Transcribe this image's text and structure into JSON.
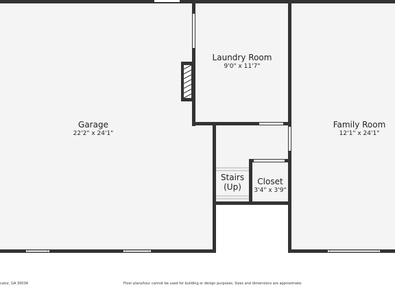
{
  "colors": {
    "wall": "#333333",
    "floor": "#f4f4f4",
    "background": "#ffffff",
    "window": "#ffffff",
    "text": "#222222"
  },
  "rooms": {
    "garage": {
      "name": "Garage",
      "dimensions": "22'2\" x 24'1\""
    },
    "laundry": {
      "name": "Laundry Room",
      "dimensions": "9'0\" x 11'7\""
    },
    "family": {
      "name": "Family Room",
      "dimensions": "12'1\" x 24'1\""
    },
    "stairs": {
      "name": "Stairs",
      "direction": "(Up)"
    },
    "closet": {
      "name": "Closet",
      "dimensions": "3'4\" x 3'9\""
    }
  },
  "footer": {
    "address": "catur, GA 30034",
    "disclaimer": "Floor plans/tour cannot be used for building or design purposes. Sizes and dimensions are approximate."
  }
}
